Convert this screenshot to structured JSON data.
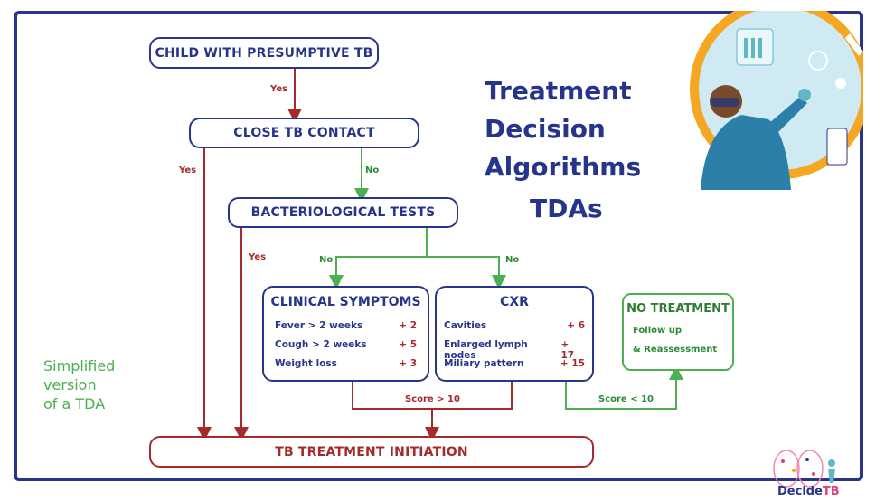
{
  "nodes": {
    "child": "CHILD WITH PRESUMPTIVE TB",
    "contact": "CLOSE TB CONTACT",
    "bact": "BACTERIOLOGICAL TESTS",
    "init": "TB TREATMENT INITIATION"
  },
  "edges": {
    "yes1": "Yes",
    "yes_left": "Yes",
    "no1": "No",
    "yes_bact": "Yes",
    "no_left": "No",
    "no_right": "No",
    "score_high": "Score > 10",
    "score_low": "Score < 10"
  },
  "clinical": {
    "title": "CLINICAL SYMPTOMS",
    "rows": [
      {
        "label": "Fever  > 2 weeks",
        "pts": "+ 2"
      },
      {
        "label": "Cough  > 2 weeks",
        "pts": "+ 5"
      },
      {
        "label": "Weight loss",
        "pts": "+ 3"
      }
    ]
  },
  "cxr": {
    "title": "CXR",
    "rows": [
      {
        "label": "Cavities",
        "pts": "+ 6"
      },
      {
        "label": "Enlarged lymph nodes",
        "pts": "+ 17"
      },
      {
        "label": "Miliary pattern",
        "pts": "+ 15"
      }
    ]
  },
  "no_treatment": {
    "title": "NO TREATMENT",
    "line1": "Follow up",
    "line2": "& Reassessment"
  },
  "heading": {
    "line1": "Treatment",
    "line2": "Decision",
    "line3": "Algorithms",
    "abbr": "TDAs"
  },
  "side_note": {
    "line1": "Simplified",
    "line2": "version",
    "line3": "of a TDA"
  },
  "logo": {
    "text_a": "Decide",
    "text_b": "TB"
  },
  "colors": {
    "navy": "#27348b",
    "red": "#a52b2b",
    "green": "#4caf50",
    "orange": "#f5a623",
    "teal": "#5fb6c9"
  }
}
